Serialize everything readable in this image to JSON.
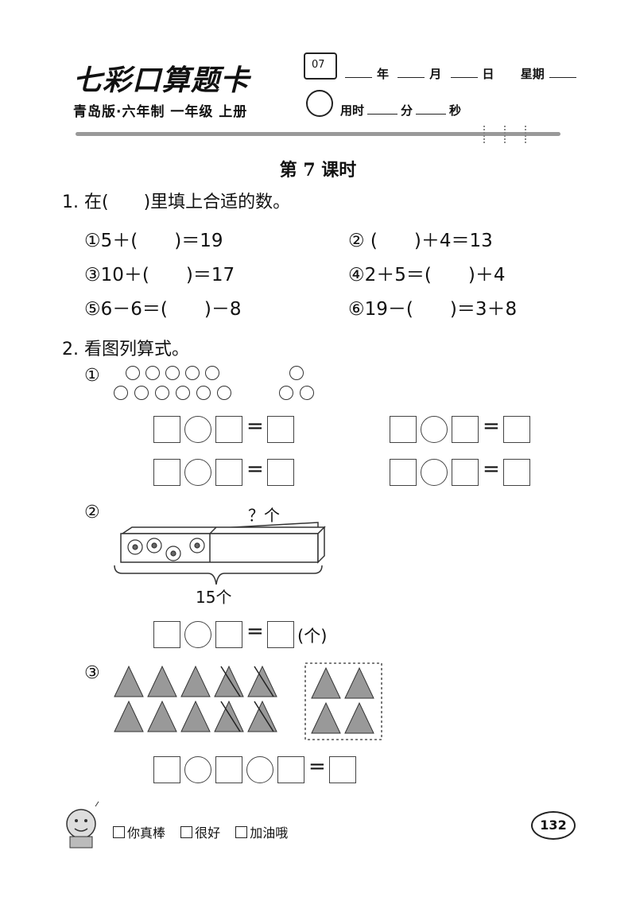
{
  "header": {
    "brand": "七彩口算题卡",
    "edition": "青岛版·六年制 一年级 上册",
    "calendar_day": "07",
    "date_year": "年",
    "date_month": "月",
    "date_day": "日",
    "date_week": "星期",
    "time_label": "用时",
    "time_min": "分",
    "time_sec": "秒"
  },
  "lesson_title": "第 7 课时",
  "q1": {
    "title": "1. 在(　　)里填上合适的数。",
    "items": [
      "①5＋(　　)＝19",
      "② (　　)＋4＝13",
      "③10＋(　　)＝17",
      "④2＋5＝(　　)＋4",
      "⑤6－6＝(　　)－8",
      "⑥19－(　　)＝3＋8"
    ]
  },
  "q2": {
    "title": "2. 看图列算式。",
    "sub1_label": "①",
    "sub2_label": "②",
    "sub2_question": "？个",
    "sub2_total": "15个",
    "sub2_unit": "(个)",
    "sub3_label": "③",
    "equals": "="
  },
  "footer": {
    "options": [
      "你真棒",
      "很好",
      "加油哦"
    ],
    "page_number": "132"
  }
}
